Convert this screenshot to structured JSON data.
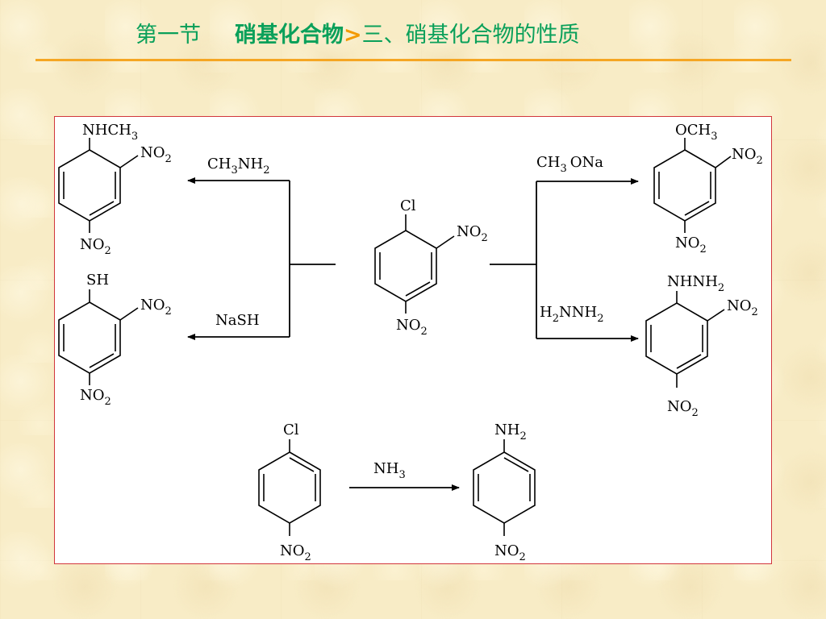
{
  "header": {
    "section": "第一节",
    "topic": "硝基化合物",
    "separator": ">",
    "subtitle": "三、硝基化合物的性质"
  },
  "diagram": {
    "center": {
      "Cl": "Cl",
      "NO2_ortho": "NO",
      "NO2_para": "NO",
      "sub2": "2"
    },
    "reagents": {
      "methylamine": {
        "a": "CH",
        "s1": "3",
        "b": "NH",
        "s2": "2"
      },
      "sodium_hydrosulfide": "NaSH",
      "sodium_methoxide": {
        "a": "CH",
        "s1": "3",
        "b": "ONa"
      },
      "hydrazine": {
        "a": "H",
        "s1": "2",
        "b": "NNH",
        "s2": "2"
      },
      "ammonia": {
        "a": "NH",
        "s1": "3"
      }
    },
    "products": {
      "methylamino": {
        "top_a": "NHCH",
        "top_s": "3",
        "ortho": "NO",
        "para": "NO",
        "sub2": "2"
      },
      "thiol": {
        "top": "SH",
        "ortho": "NO",
        "para": "NO",
        "sub2": "2"
      },
      "methoxy": {
        "top_a": "OCH",
        "top_s": "3",
        "ortho": "NO",
        "para": "NO",
        "sub2": "2"
      },
      "hydrazino": {
        "top_a": "NHNH",
        "top_s": "2",
        "ortho": "NO",
        "para": "NO",
        "sub2": "2"
      }
    },
    "bottom": {
      "reactant": {
        "top": "Cl",
        "para": "NO",
        "sub2": "2"
      },
      "product": {
        "top_a": "NH",
        "top_s": "2",
        "para": "NO",
        "sub2": "2"
      }
    }
  },
  "colors": {
    "title": "#0aa05a",
    "separator": "#f39a00",
    "rule": "#f5a623",
    "frame_border": "#d2363c"
  }
}
